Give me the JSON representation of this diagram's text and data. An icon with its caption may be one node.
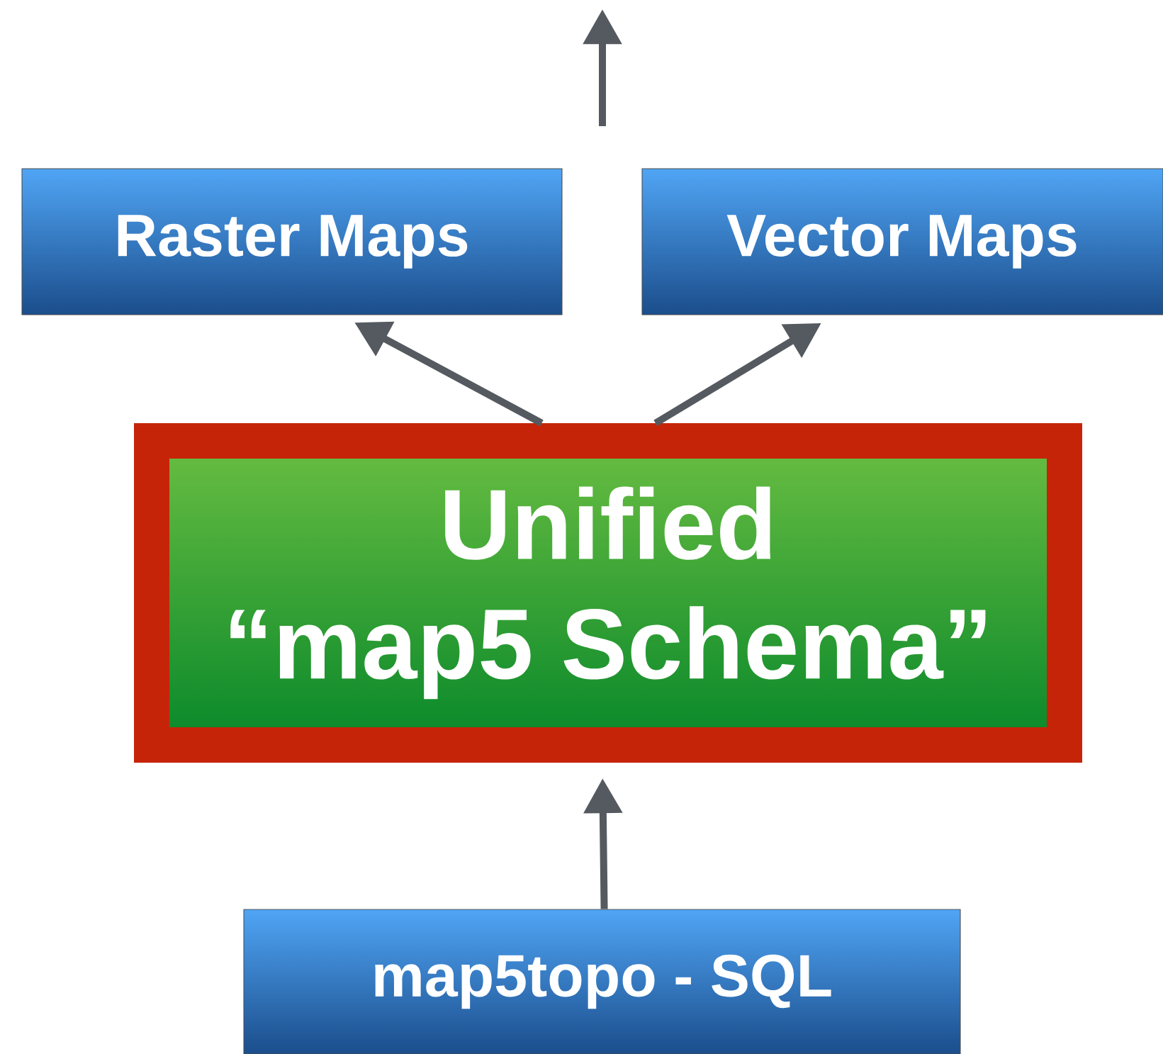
{
  "diagram": {
    "nodes": [
      {
        "text": [
          "Raster Maps"
        ]
      },
      {
        "text": [
          "Vector Maps"
        ]
      },
      {
        "text": [
          "Unified",
          "“map5 Schema”"
        ]
      },
      {
        "text": [
          "map5topo - SQL"
        ]
      }
    ],
    "edges": [
      {
        "from": 2,
        "to": 0,
        "arrow": "to"
      },
      {
        "from": 2,
        "to": 1,
        "arrow": "to"
      },
      {
        "from": 3,
        "to": 2,
        "arrow": "to"
      }
    ]
  }
}
